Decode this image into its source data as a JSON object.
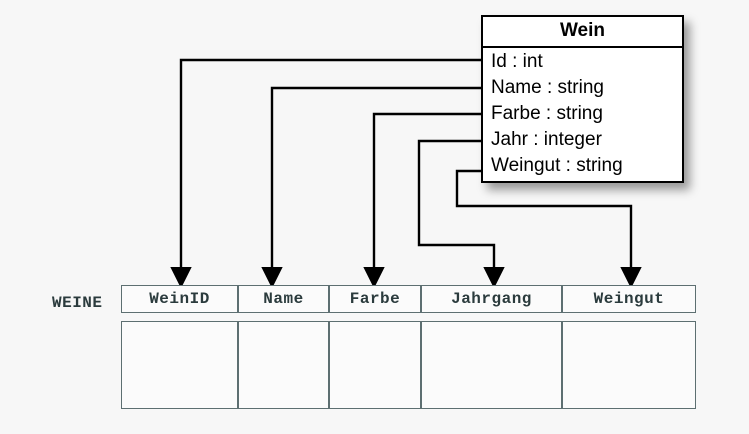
{
  "diagram": {
    "background_color": "#f7f7f7",
    "line_color": "#000000",
    "table_border_color": "#5d6f71",
    "table_text_color": "#2b3b3d"
  },
  "uml_class": {
    "name": "Wein",
    "attributes": [
      "Id : int",
      "Name : string",
      "Farbe : string",
      "Jahr : integer",
      "Weingut : string"
    ]
  },
  "relational_table": {
    "label": "WEINE",
    "columns": [
      "WeinID",
      "Name",
      "Farbe",
      "Jahrgang",
      "Weingut"
    ],
    "rows": [
      [
        "",
        "",
        "",
        "",
        ""
      ]
    ]
  },
  "mappings": [
    {
      "from": "Id : int",
      "to": "WeinID"
    },
    {
      "from": "Name : string",
      "to": "Name"
    },
    {
      "from": "Farbe : string",
      "to": "Farbe"
    },
    {
      "from": "Jahr : integer",
      "to": "Jahrgang"
    },
    {
      "from": "Weingut : string",
      "to": "Weingut"
    }
  ]
}
